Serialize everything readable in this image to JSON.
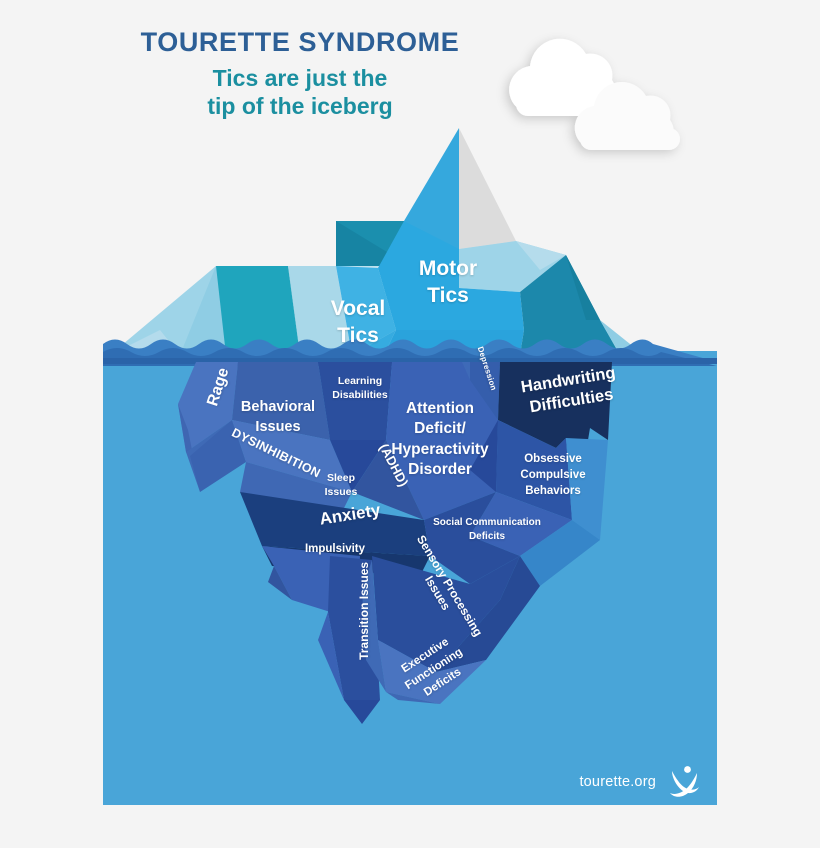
{
  "page": {
    "background_color": "#f4f4f4",
    "water_color": "#49a5d8",
    "sky_color": "#f4f4f4"
  },
  "header": {
    "title": "TOURETTE SYNDROME",
    "title_color": "#2d5f96",
    "subtitle_line1": "Tics are just the",
    "subtitle_line2": "tip of the iceberg",
    "subtitle_color": "#1b8fa0"
  },
  "decor": {
    "cloud_left": "cloud-icon",
    "cloud_right": "cloud-icon",
    "cloud_color": "#ffffff"
  },
  "iceberg": {
    "above_water": [
      {
        "id": "motor-tics",
        "label": "Motor\nTics",
        "size": "large"
      },
      {
        "id": "vocal-tics",
        "label": "Vocal\nTics",
        "size": "large"
      }
    ],
    "below_water": [
      {
        "id": "rage",
        "label": "Rage",
        "rotation": -72
      },
      {
        "id": "behavioral-issues",
        "label": "Behavioral\nIssues",
        "rotation": 0
      },
      {
        "id": "dysinhibition",
        "label": "DYSINHIBITION",
        "rotation": 26
      },
      {
        "id": "learning-disabilities",
        "label": "Learning\nDisabilities",
        "rotation": 0
      },
      {
        "id": "adhd",
        "label": "Attention\nDeficit/\nHyperactivity\nDisorder",
        "rotation": 0
      },
      {
        "id": "adhd-abbreviation",
        "label": "(ADHD)",
        "rotation": 62
      },
      {
        "id": "sleep-issues",
        "label": "Sleep\nIssues",
        "rotation": 0
      },
      {
        "id": "anxiety",
        "label": "Anxiety",
        "rotation": -9
      },
      {
        "id": "depression",
        "label": "Depression",
        "rotation": 72
      },
      {
        "id": "handwriting-difficulties",
        "label": "Handwriting\nDifficulties",
        "rotation": -9
      },
      {
        "id": "obsessive-compulsive-behaviors",
        "label": "Obsessive\nCompulsive\nBehaviors",
        "rotation": 0
      },
      {
        "id": "social-communication-deficits",
        "label": "Social Communication\nDeficits",
        "rotation": 0
      },
      {
        "id": "impulsivity",
        "label": "Impulsivity",
        "rotation": 0
      },
      {
        "id": "transition-issues",
        "label": "Transition Issues",
        "rotation": -90
      },
      {
        "id": "sensory-processing-issues",
        "label": "Sensory Processing Issues",
        "rotation": 59
      },
      {
        "id": "executive-functioning-deficits",
        "label": "Executive\nFunctioning\nDeficits",
        "rotation": -33
      }
    ]
  },
  "footer": {
    "website": "tourette.org",
    "logo_name": "tourette-association-person-logo"
  }
}
